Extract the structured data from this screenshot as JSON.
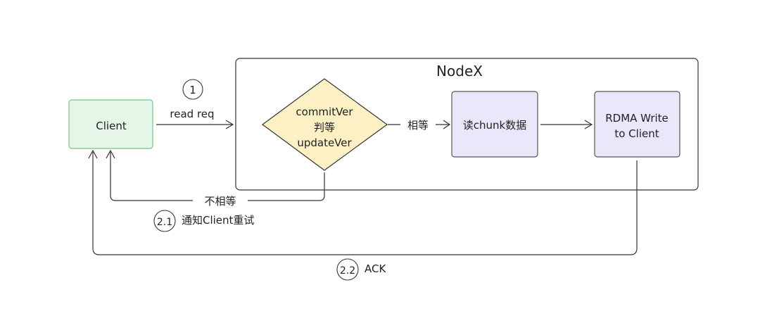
{
  "container": {
    "title": "NodeX"
  },
  "nodes": {
    "client": {
      "label": "Client",
      "fill": "#e5f5e8",
      "stroke": "#7fbf8e"
    },
    "check": {
      "lines": [
        "commitVer",
        "判等",
        "updateVer"
      ],
      "fill": "#fdf0c4",
      "stroke": "#333333"
    },
    "read_chunk": {
      "label": "读chunk数据",
      "fill": "#ece6fb",
      "stroke": "#555555"
    },
    "rdma_write": {
      "lines": [
        "RDMA Write",
        "to Client"
      ],
      "fill": "#ece6fb",
      "stroke": "#555555"
    }
  },
  "edges": {
    "read_req": {
      "step": "1",
      "label": "read req"
    },
    "equal": {
      "label": "相等"
    },
    "not_equal": {
      "label": "不相等",
      "step": "2.1",
      "note": "通知Client重试"
    },
    "ack": {
      "step": "2.2",
      "label": "ACK"
    }
  },
  "colors": {
    "line": "#333333",
    "container_stroke": "#333333"
  }
}
